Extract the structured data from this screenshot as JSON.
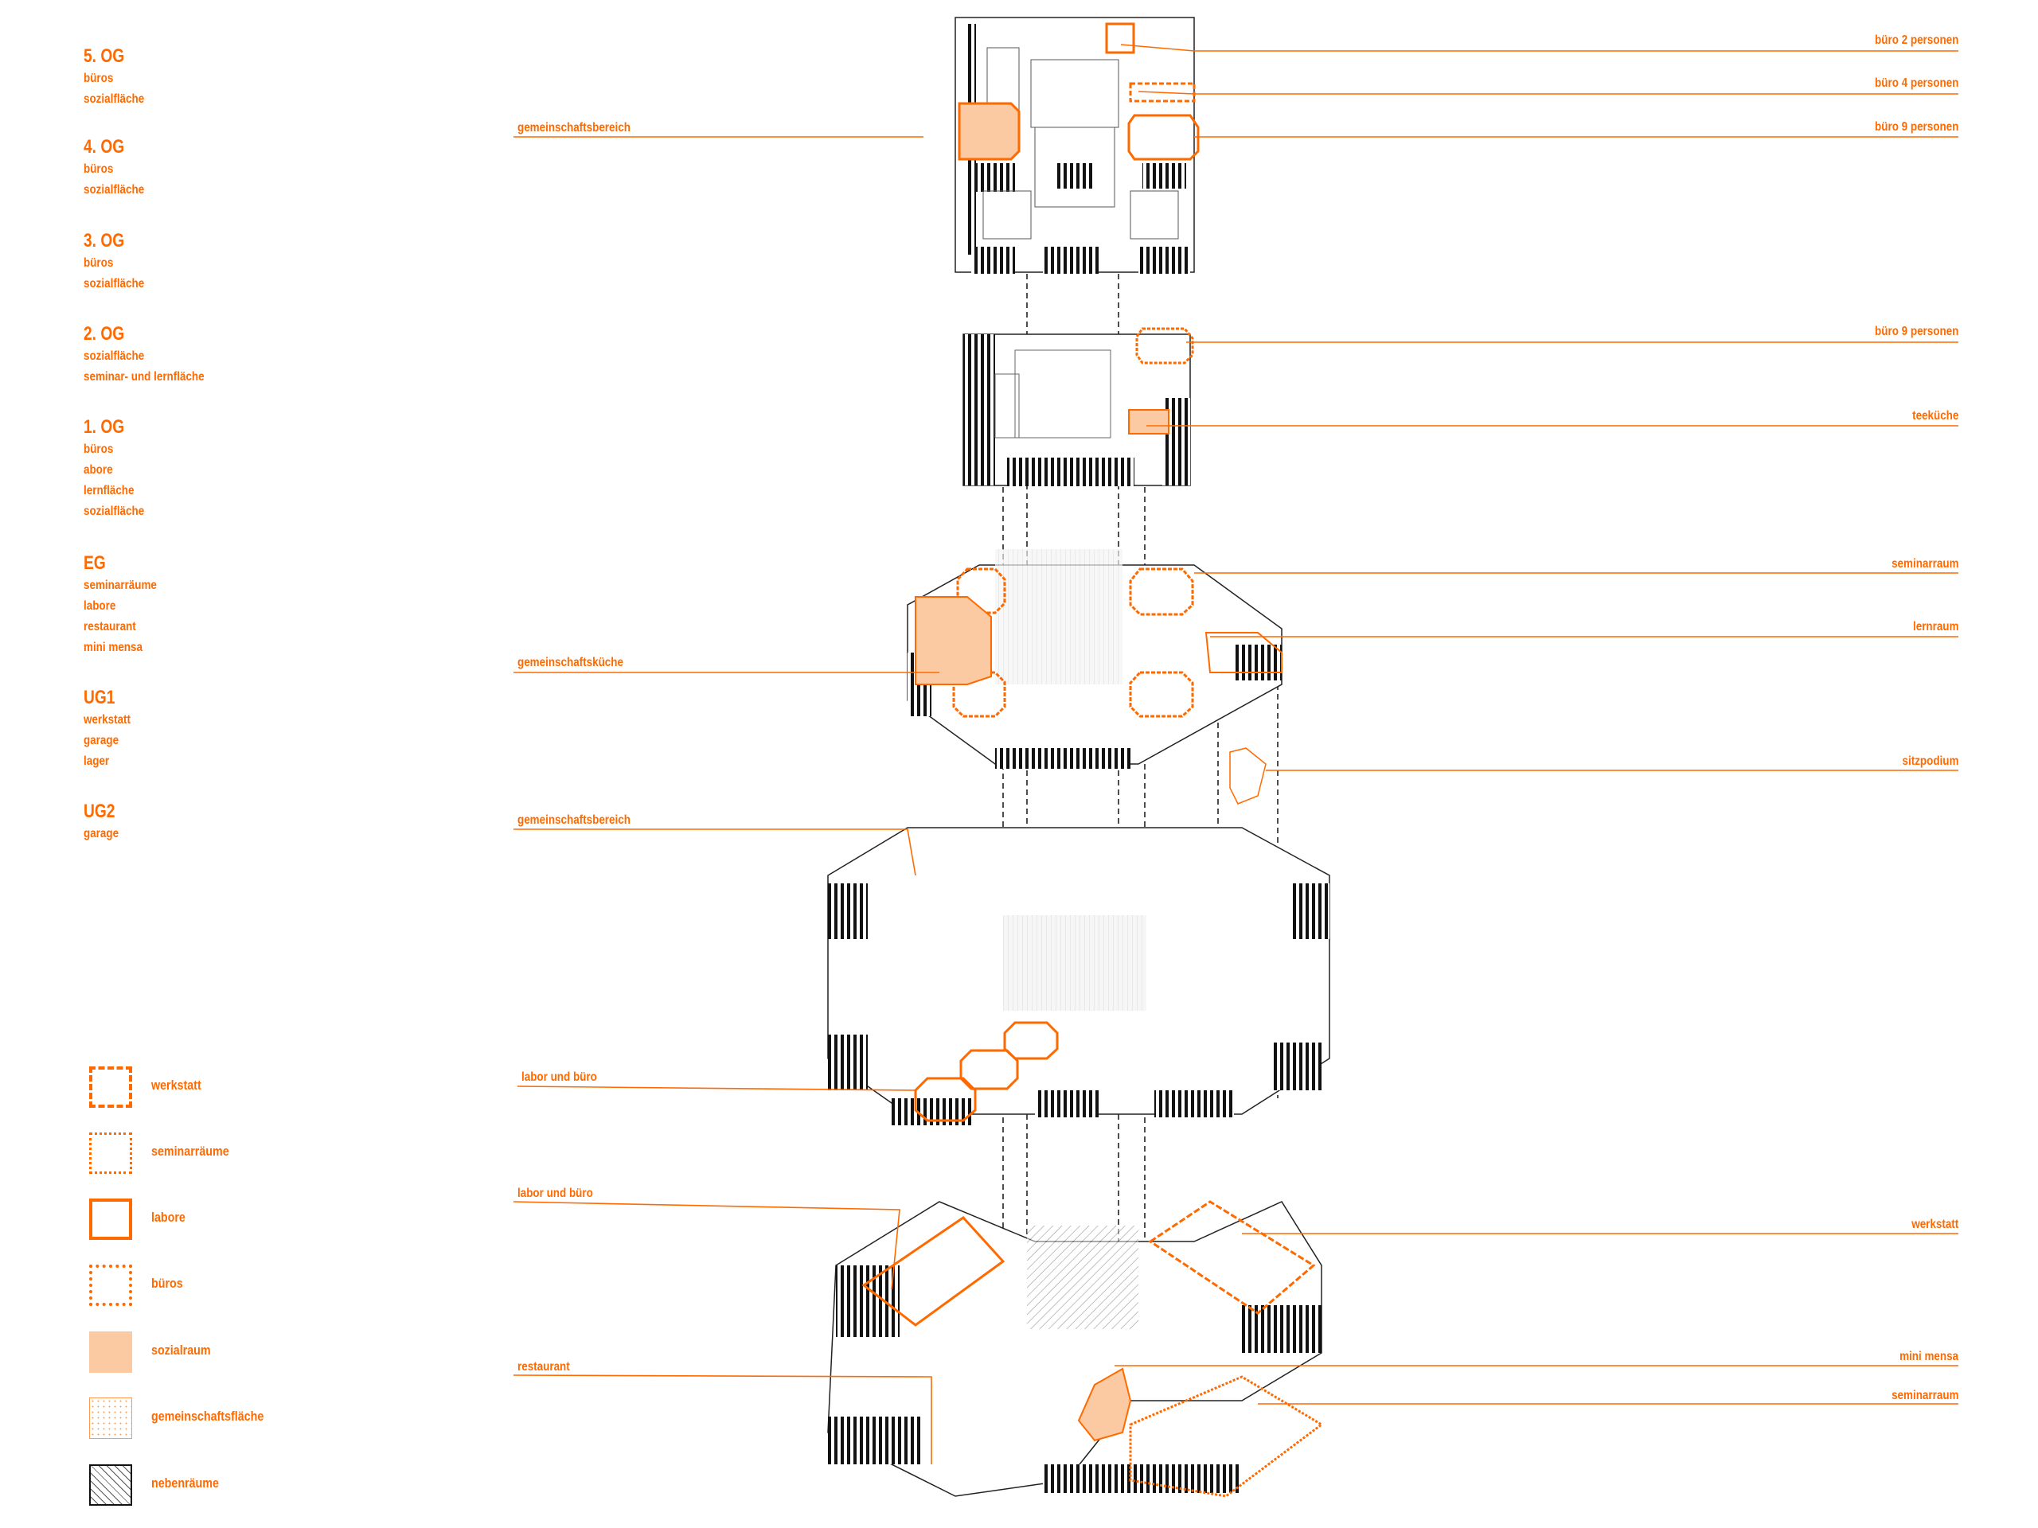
{
  "colors": {
    "accent": "#ff6a00",
    "fill_light": "#fbc9a2",
    "line": "#1a1a1a"
  },
  "floors": [
    {
      "title": "5. OG",
      "items": [
        "büros",
        "sozialfläche"
      ]
    },
    {
      "title": "4. OG",
      "items": [
        "büros",
        "sozialfläche"
      ]
    },
    {
      "title": "3. OG",
      "items": [
        "büros",
        "sozialfläche"
      ]
    },
    {
      "title": "2. OG",
      "items": [
        "sozialfläche",
        "seminar- und lernfläche"
      ]
    },
    {
      "title": "1. OG",
      "items": [
        "büros",
        "abore",
        "lernfläche",
        "sozialfläche"
      ]
    },
    {
      "title": "EG",
      "items": [
        "seminarräume",
        "labore",
        "restaurant",
        "mini mensa"
      ]
    },
    {
      "title": "UG1",
      "items": [
        "werkstatt",
        "garage",
        "lager"
      ]
    },
    {
      "title": "UG2",
      "items": [
        "garage"
      ]
    }
  ],
  "legend": [
    {
      "label": "werkstatt",
      "style": "dashed-thick"
    },
    {
      "label": "seminarräume",
      "style": "dotted"
    },
    {
      "label": "labore",
      "style": "solid-thick"
    },
    {
      "label": "büros",
      "style": "dotted-thick"
    },
    {
      "label": "sozialraum",
      "style": "filled"
    },
    {
      "label": "gemeinschaftsfläche",
      "style": "speckled"
    },
    {
      "label": "nebenräume",
      "style": "hatched"
    }
  ],
  "labels_right": [
    "büro 2 personen",
    "büro 4 personen",
    "büro 9 personen",
    "büro 9 personen",
    "teeküche",
    "seminarraum",
    "lernraum",
    "sitzpodium",
    "werkstatt",
    "mini mensa",
    "seminarraum"
  ],
  "labels_left": [
    "gemeinschaftsbereich",
    "gemeinschaftsküche",
    "gemeinschaftsbereich",
    "labor und büro",
    "labor und büro",
    "restaurant"
  ]
}
